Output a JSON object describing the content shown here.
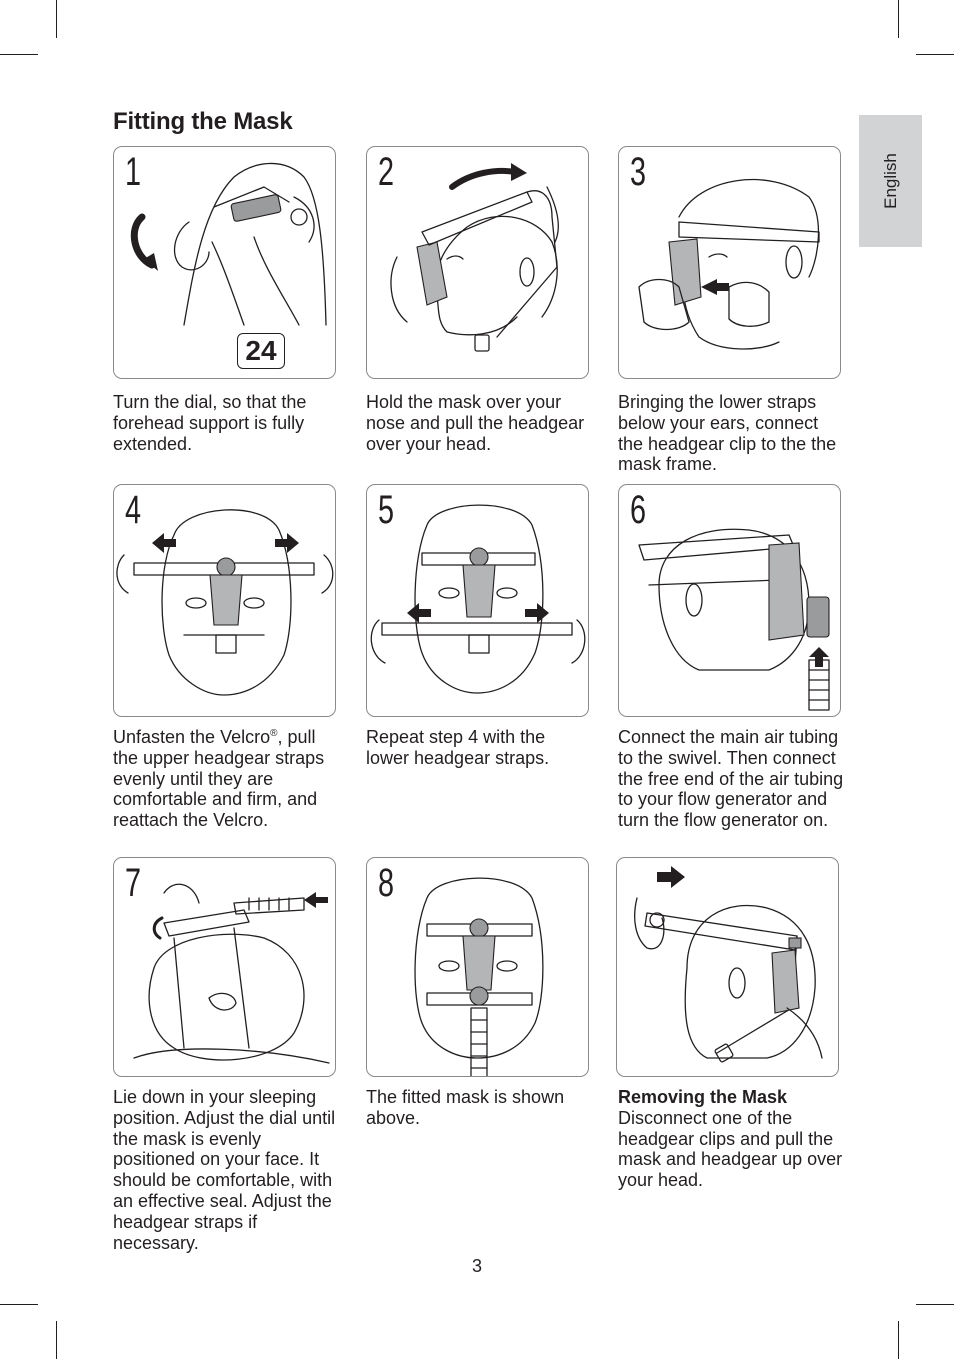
{
  "page": {
    "title": "Fitting the Mask",
    "language_tab": "English",
    "page_number": "3"
  },
  "steps": [
    {
      "number": "1",
      "badge": "24",
      "caption": "Turn the dial, so that the forehead support is fully extended."
    },
    {
      "number": "2",
      "caption": "Hold the mask over your nose and pull the headgear over your head."
    },
    {
      "number": "3",
      "caption": "Bringing the lower straps below your ears, connect the headgear clip to the the mask frame."
    },
    {
      "number": "4",
      "caption_before": "Unfasten the Velcro",
      "caption_sup": "®",
      "caption_after": ", pull the upper headgear straps evenly until they are comfortable and firm, and reattach the Velcro."
    },
    {
      "number": "5",
      "caption": "Repeat step 4 with the lower headgear straps."
    },
    {
      "number": "6",
      "caption": "Connect the main air tubing to the swivel. Then connect the free end of the air tubing to your flow generator and turn the flow generator on."
    },
    {
      "number": "7",
      "caption": "Lie down in your sleeping position. Adjust the dial until the mask is evenly positioned on your face. It should be comfortable, with an effective seal. Adjust the headgear straps if necessary."
    },
    {
      "number": "8",
      "caption": "The fitted mask is shown above."
    }
  ],
  "removing": {
    "heading": "Removing the Mask",
    "caption": "Disconnect one of the headgear clips and pull the mask and headgear up over your head."
  }
}
